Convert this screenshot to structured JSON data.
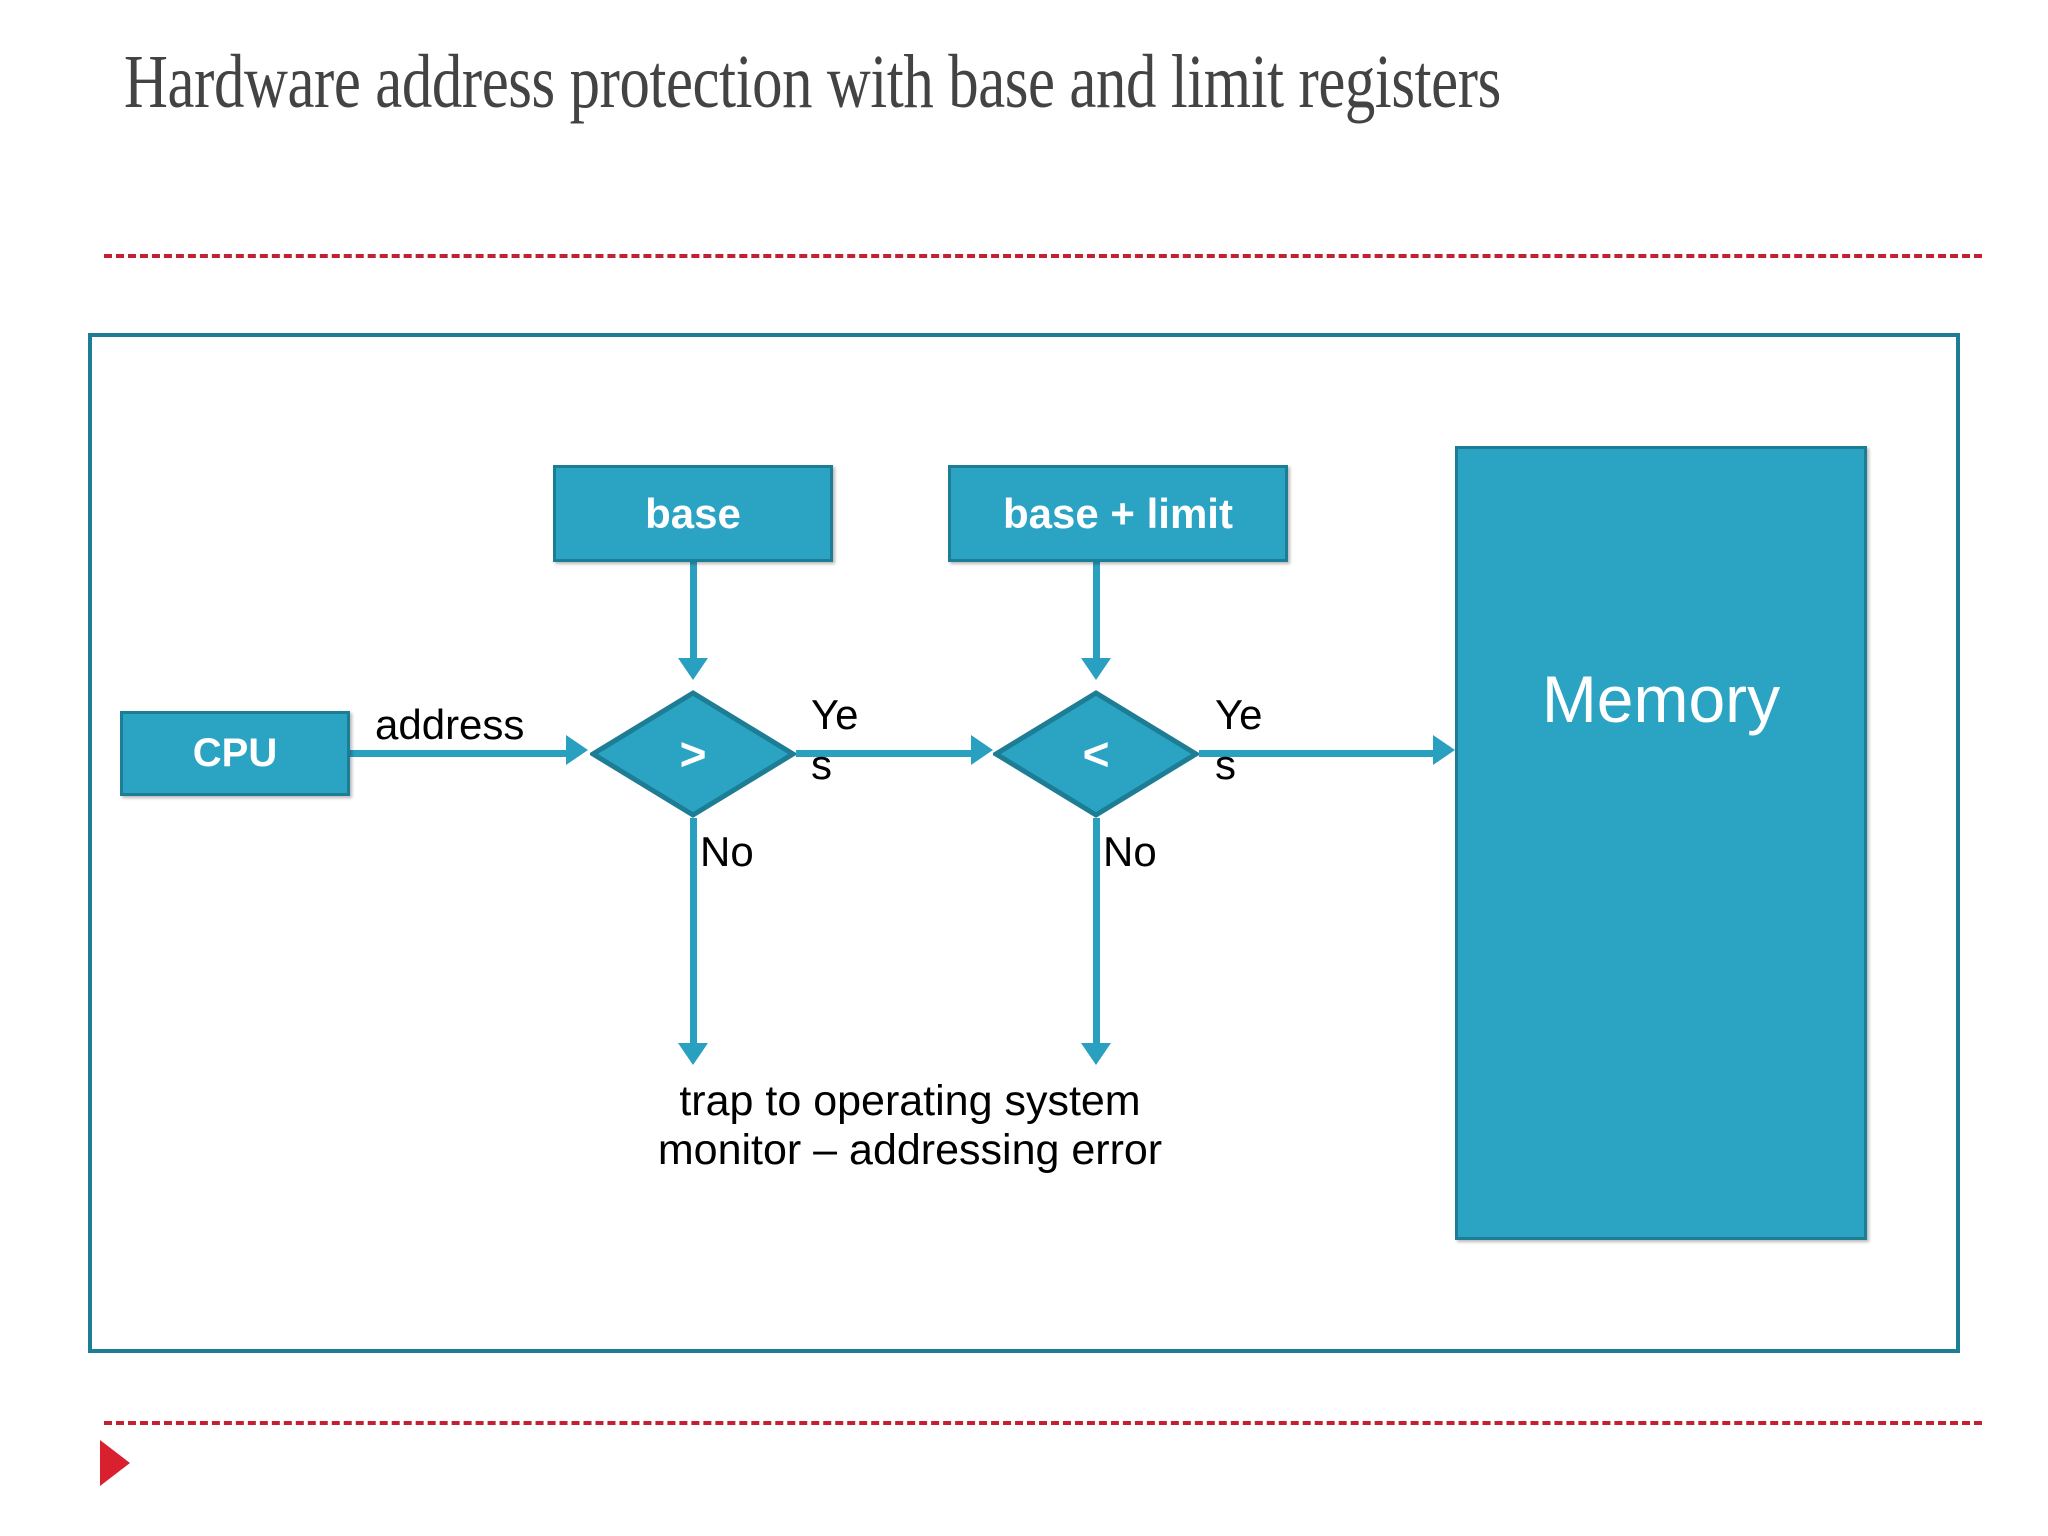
{
  "slide": {
    "title": "Hardware address protection with base and limit registers",
    "accent_color": "#C32032",
    "teal_fill": "#2BA3C3",
    "teal_border": "#1C7D94",
    "connector_color": "#2AA0C0",
    "title_color": "#434343",
    "triangle_color": "#D8202F"
  },
  "diagram": {
    "nodes": {
      "cpu": "CPU",
      "base": "base",
      "base_limit": "base + limit",
      "memory": "Memory",
      "compare_greater": ">",
      "compare_less": "<"
    },
    "edge_labels": {
      "address": "address",
      "yes_first": "Ye\ns",
      "yes_second": "Ye\ns",
      "no_first": "No",
      "no_second": "No"
    },
    "trap_text": "trap to operating system\nmonitor – addressing error"
  }
}
